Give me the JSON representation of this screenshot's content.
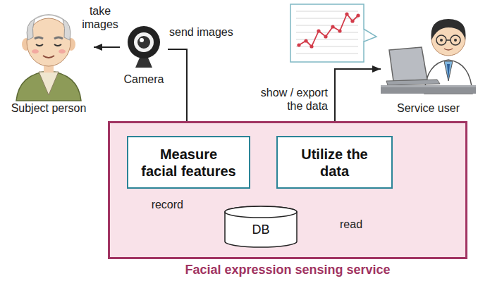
{
  "diagram": {
    "nodes": [
      {
        "text": [
          "Subject person"
        ]
      },
      {
        "text": [
          "Camera"
        ]
      },
      {
        "text": [
          "Service user"
        ]
      },
      {
        "text": [
          "Facial expression sensing service"
        ]
      },
      {
        "text": [
          "Measure facial features"
        ],
        "in": 3
      },
      {
        "text": [
          "Utilize the data"
        ],
        "in": 3
      },
      {
        "text": [
          "DB"
        ],
        "in": 3
      }
    ],
    "edges": [
      {
        "from": 1,
        "to": 0,
        "label": "take images",
        "arrow": "to"
      },
      {
        "from": 1,
        "to": 4,
        "label": "send images",
        "arrow": "to"
      },
      {
        "from": 4,
        "to": 6,
        "label": "record",
        "arrow": "to"
      },
      {
        "from": 6,
        "to": 5,
        "label": "read",
        "arrow": "to"
      },
      {
        "from": 5,
        "to": 2,
        "label": "show / export the data",
        "arrow": "to"
      }
    ]
  }
}
